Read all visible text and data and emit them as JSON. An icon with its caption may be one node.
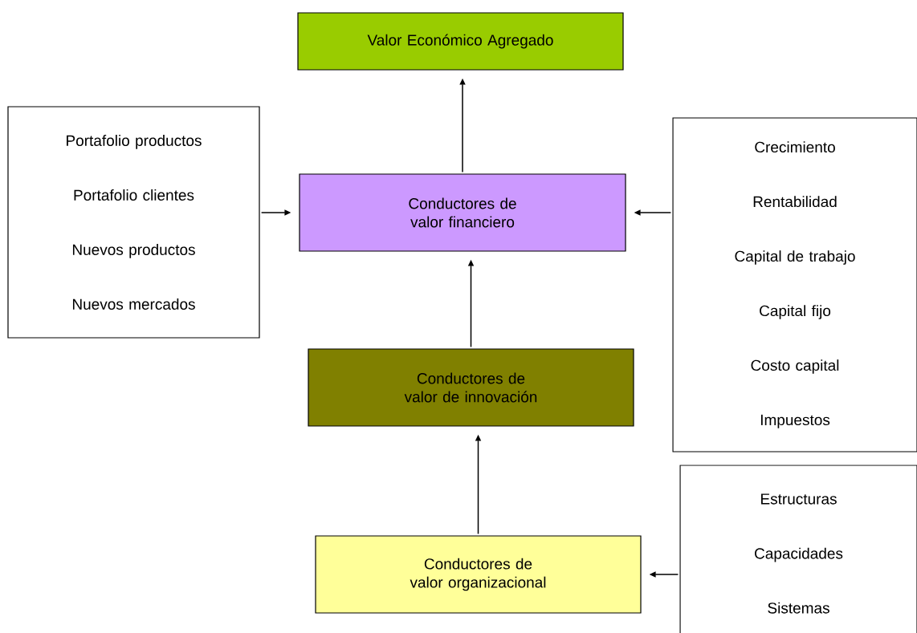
{
  "diagram": {
    "nodes": [
      {
        "text": [
          "Valor Económico Agregado"
        ]
      },
      {
        "text": [
          "Portafolio productos",
          "Portafolio clientes",
          "Nuevos productos",
          "Nuevos mercados"
        ]
      },
      {
        "text": [
          "Conductores de valor financiero"
        ]
      },
      {
        "text": [
          "Crecimiento",
          "Rentabilidad",
          "Capital de trabajo",
          "Capital fijo",
          "Costo capital",
          "Impuestos"
        ]
      },
      {
        "text": [
          "Conductores de valor de innovación"
        ]
      },
      {
        "text": [
          "Conductores de valor organizacional"
        ]
      },
      {
        "text": [
          "Estructuras",
          "Capacidades",
          "Sistemas"
        ]
      }
    ],
    "edges": [
      {
        "from": 2,
        "to": 0,
        "arrow": "to"
      },
      {
        "from": 1,
        "to": 2,
        "arrow": "to"
      },
      {
        "from": 3,
        "to": 2,
        "arrow": "to"
      },
      {
        "from": 4,
        "to": 2,
        "arrow": "to"
      },
      {
        "from": 5,
        "to": 4,
        "arrow": "to"
      },
      {
        "from": 6,
        "to": 5,
        "arrow": "to"
      }
    ]
  }
}
